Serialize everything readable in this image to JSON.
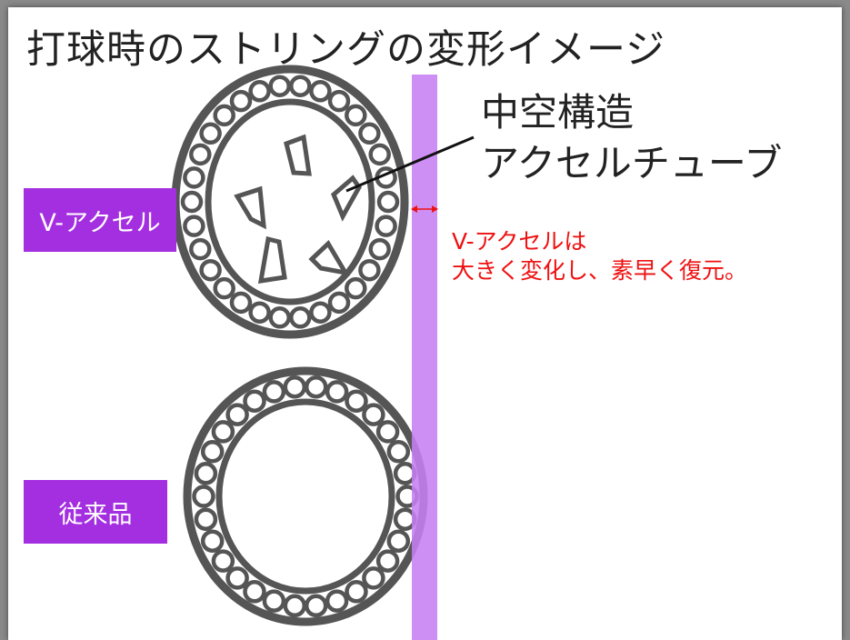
{
  "title": "打球時のストリングの変形イメージ",
  "labels": {
    "v_accel": "V-アクセル",
    "conventional": "従来品"
  },
  "callout": {
    "line1": "中空構造",
    "line2": "アクセルチューブ"
  },
  "note": {
    "line1": "V-アクセルは",
    "line2": "大きく変化し、素早く復元。"
  },
  "colors": {
    "label_bg": "#a42fe0",
    "plate": "#c77ff2",
    "ring_stroke": "#555555",
    "note_text": "#ee1111"
  }
}
